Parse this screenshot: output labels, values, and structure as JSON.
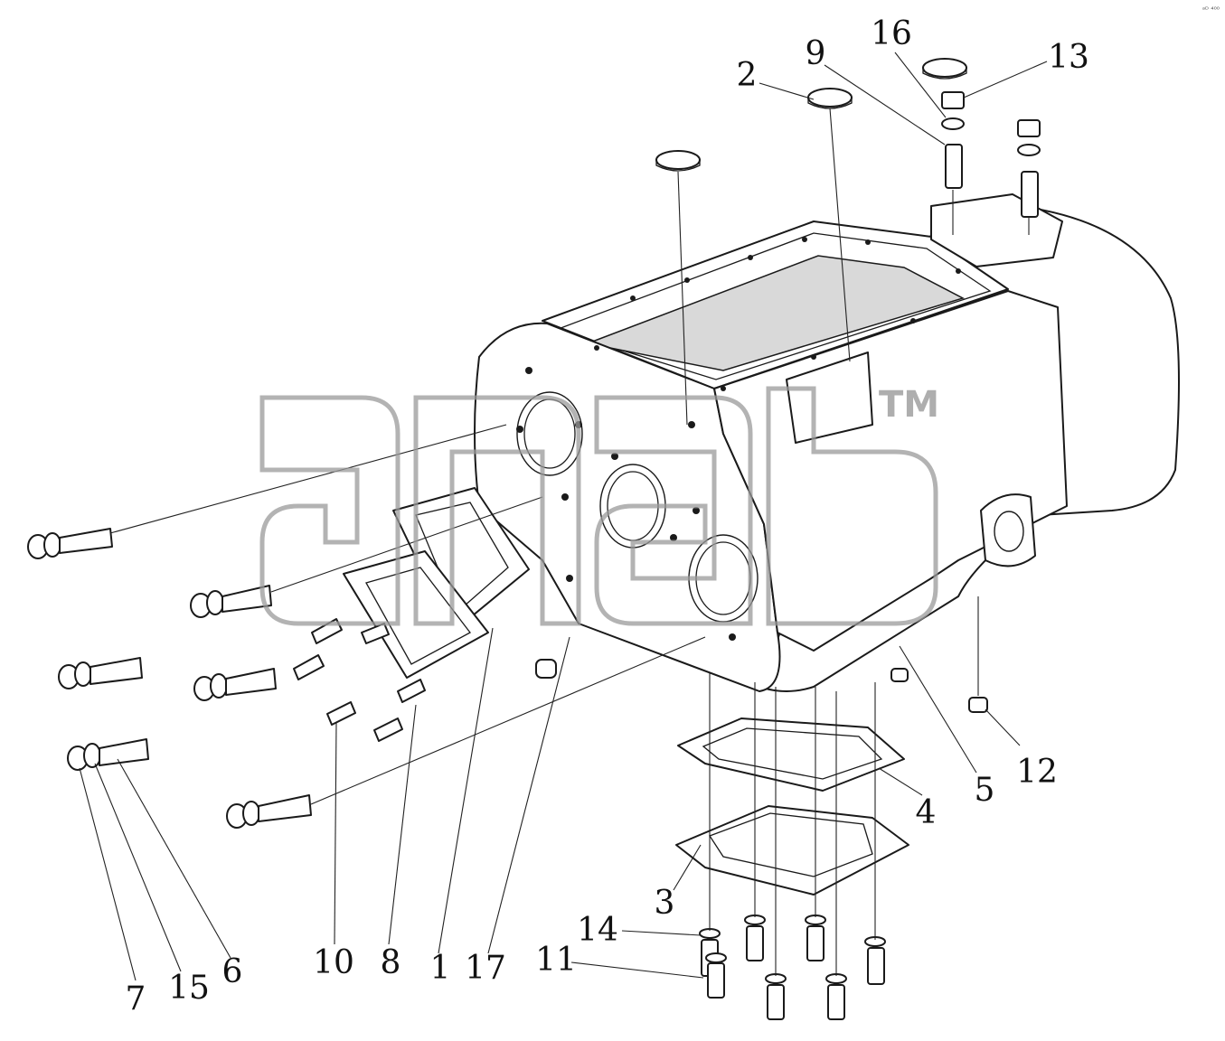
{
  "watermark": {
    "trademark": "TM"
  },
  "corner_mark": "ᵃᴰ ⁴⁰⁰",
  "callouts": [
    {
      "label": "2"
    },
    {
      "label": "9"
    },
    {
      "label": "16"
    },
    {
      "label": "13"
    },
    {
      "label": "12"
    },
    {
      "label": "5"
    },
    {
      "label": "4"
    },
    {
      "label": "3"
    },
    {
      "label": "14"
    },
    {
      "label": "11"
    },
    {
      "label": "17"
    },
    {
      "label": "1"
    },
    {
      "label": "8"
    },
    {
      "label": "10"
    },
    {
      "label": "6"
    },
    {
      "label": "15"
    },
    {
      "label": "7"
    }
  ]
}
